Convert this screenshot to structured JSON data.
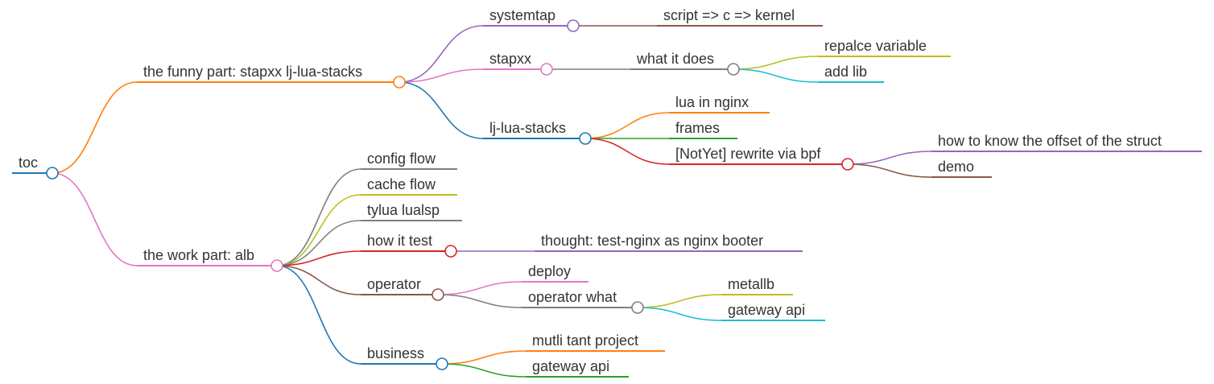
{
  "root": {
    "label": "toc",
    "color": "#1f77b4",
    "children": [
      {
        "label": "the funny part: stapxx lj-lua-stacks",
        "color": "#ff7f0e",
        "children": [
          {
            "label": "systemtap",
            "color": "#9467bd",
            "children": [
              {
                "label": "script => c => kernel",
                "color": "#8c564b"
              }
            ]
          },
          {
            "label": "stapxx",
            "color": "#e377c2",
            "children": [
              {
                "label": "what it does",
                "color": "#7f7f7f",
                "children": [
                  {
                    "label": "repalce variable",
                    "color": "#bcbd22"
                  },
                  {
                    "label": "add lib",
                    "color": "#17becf"
                  }
                ]
              }
            ]
          },
          {
            "label": "lj-lua-stacks",
            "color": "#1f77b4",
            "children": [
              {
                "label": "lua in nginx",
                "color": "#ff7f0e"
              },
              {
                "label": "frames",
                "color": "#2ca02c"
              },
              {
                "label": "[NotYet] rewrite via bpf",
                "color": "#d62728",
                "children": [
                  {
                    "label": "how to know the offset of the struct",
                    "color": "#9467bd"
                  },
                  {
                    "label": "demo",
                    "color": "#8c564b"
                  }
                ]
              }
            ]
          }
        ]
      },
      {
        "label": "the work part: alb",
        "color": "#e377c2",
        "children": [
          {
            "label": "config flow",
            "color": "#7f7f7f"
          },
          {
            "label": "cache flow",
            "color": "#bcbd22"
          },
          {
            "label": "tylua lualsp",
            "color": "#7f7f7f"
          },
          {
            "label": "how it test",
            "color": "#d62728",
            "children": [
              {
                "label": "thought: test-nginx as nginx booter",
                "color": "#9467bd"
              }
            ]
          },
          {
            "label": "operator",
            "color": "#8c564b",
            "children": [
              {
                "label": "deploy",
                "color": "#e377c2"
              },
              {
                "label": "operator what",
                "color": "#7f7f7f",
                "children": [
                  {
                    "label": "metallb",
                    "color": "#bcbd22"
                  },
                  {
                    "label": "gateway api",
                    "color": "#17becf"
                  }
                ]
              }
            ]
          },
          {
            "label": "business",
            "color": "#1f77b4",
            "children": [
              {
                "label": "mutli tant project",
                "color": "#ff7f0e"
              },
              {
                "label": "gateway api",
                "color": "#2ca02c"
              }
            ]
          }
        ]
      }
    ]
  }
}
